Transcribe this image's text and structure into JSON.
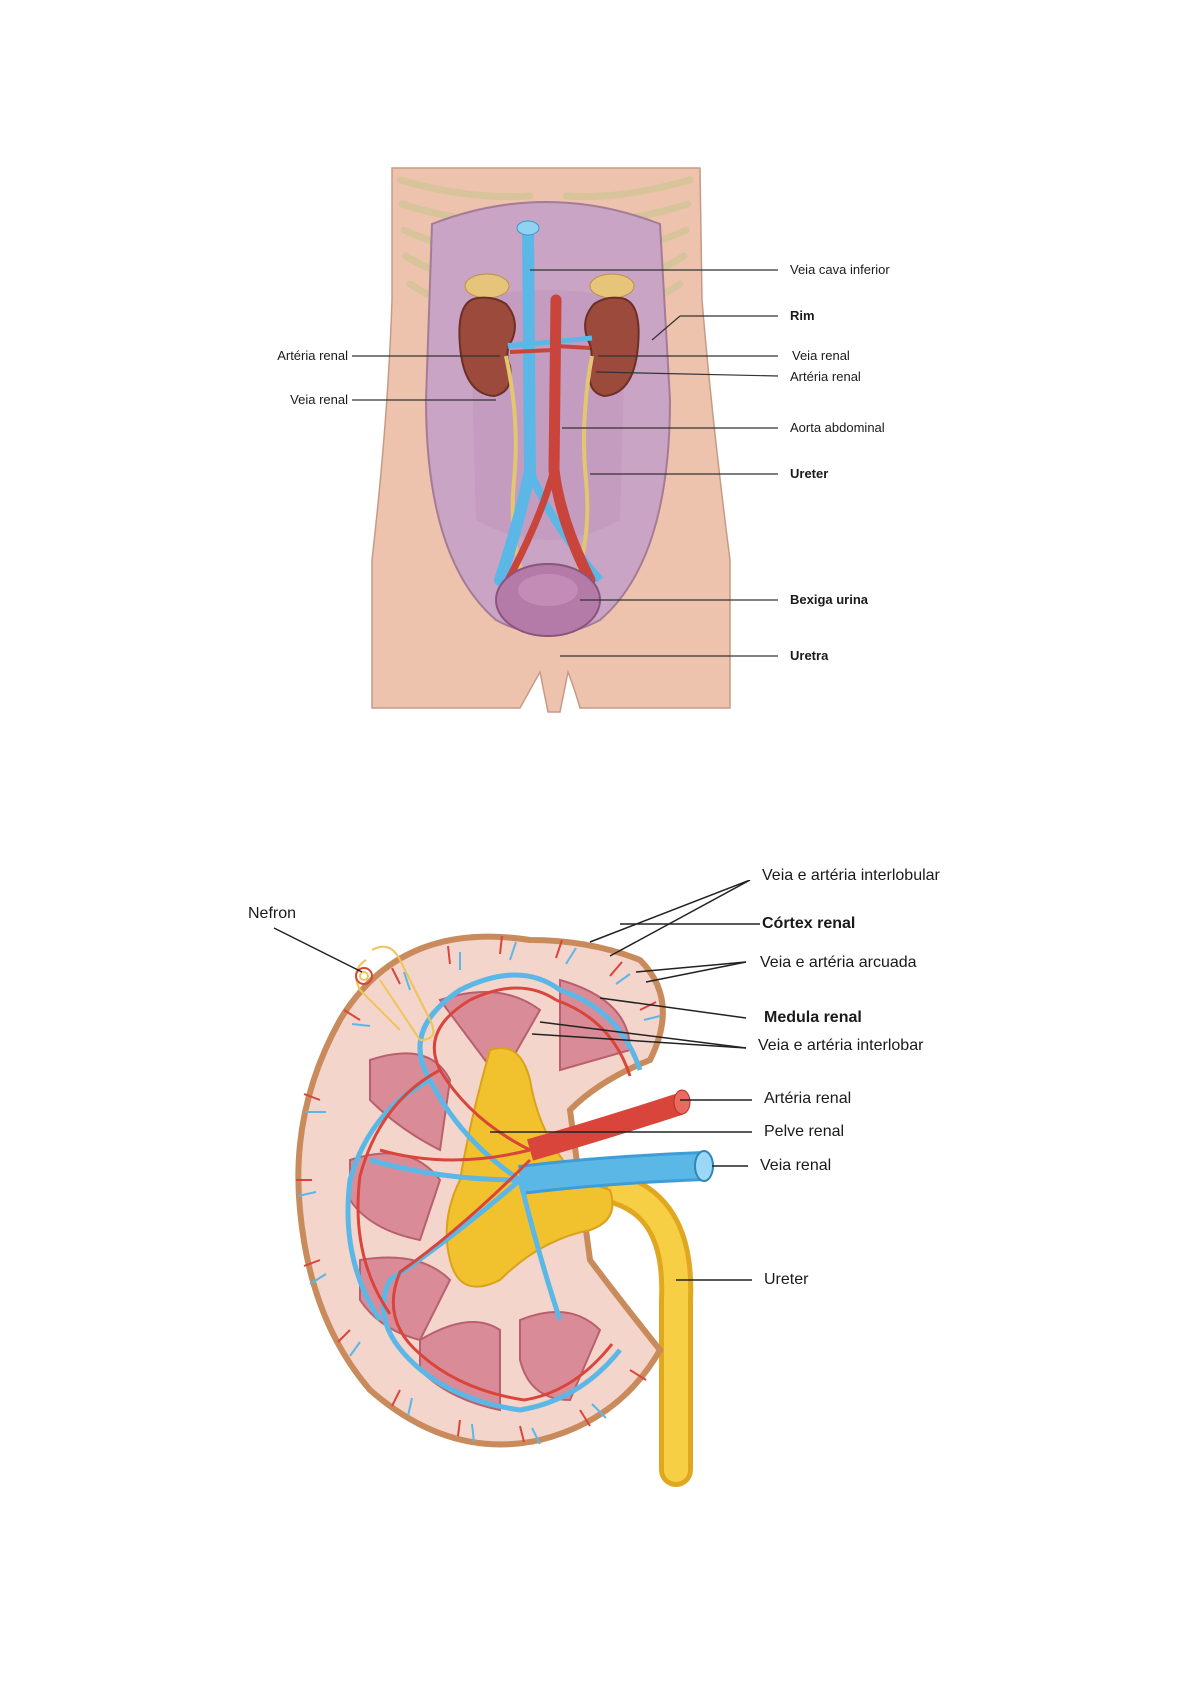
{
  "figure1": {
    "labels": {
      "veia_cava_inferior": "Veia cava inferior",
      "rim": "Rim",
      "veia_renal_right": "Veia renal",
      "arteria_renal_right": "Artéria renal",
      "aorta_abdominal": "Aorta abdominal",
      "ureter": "Ureter",
      "bexiga": "Bexiga urina",
      "uretra": "Uretra",
      "arteria_renal_left": "Artéria renal",
      "veia_renal_left": "Veia renal"
    }
  },
  "figure2": {
    "labels": {
      "interlobular": "Veia e artéria interlobular",
      "nefron": "Nefron",
      "cortex": "Córtex renal",
      "arcuada": "Veia e artéria arcuada",
      "medula": "Medula renal",
      "interlobar": "Veia e artéria interlobar",
      "arteria_renal": "Artéria renal",
      "pelve": "Pelve renal",
      "veia_renal": "Veia renal",
      "ureter": "Ureter"
    }
  },
  "colors": {
    "skin": "#edc3ad",
    "cavity": "#c9a4c4",
    "kidney": "#9b4a3c",
    "vein": "#5bb8e6",
    "artery": "#d9453a",
    "ureter_yellow": "#f2c12e",
    "cortex": "#f3d5cc",
    "medulla": "#d98c98"
  }
}
